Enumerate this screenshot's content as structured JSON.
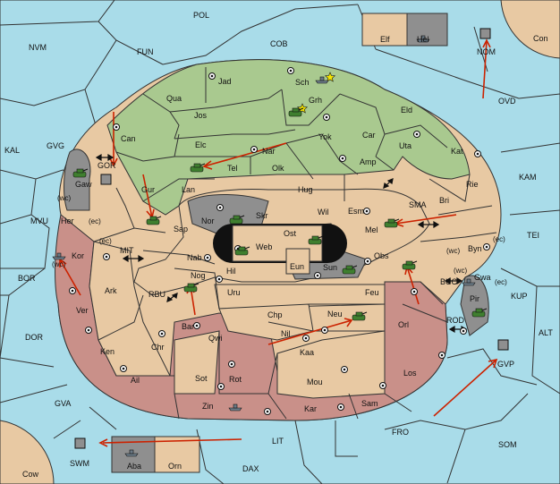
{
  "colors": {
    "sea": "#a9dce9",
    "tan": "#e8c9a3",
    "green": "#a9c98f",
    "red": "#c99089",
    "grey": "#8f8f8f",
    "order_arrow": "#cc2200",
    "army_green": "#3f7f2f",
    "fleet_grey": "#6b7a86"
  },
  "icons": {
    "army": "tank-icon",
    "fleet": "ship-icon",
    "supply_center": "supply-center-dot-icon",
    "star": "star-icon",
    "two_way_arrow": "double-arrow-icon"
  },
  "sea_labels": {
    "pol": "POL",
    "nvm": "NVM",
    "fun": "FUN",
    "cob": "COB",
    "kal": "KAL",
    "gvg": "GVG",
    "nom": "NOM",
    "ovd": "OVD",
    "con": "Con",
    "kam": "KAM",
    "tei": "TEI",
    "mvu": "MVU",
    "bor": "BOR",
    "mit": "MIT",
    "rbu": "RBU",
    "dor": "DOR",
    "gva": "GVA",
    "lit": "LIT",
    "fro": "FRO",
    "som": "SOM",
    "alt": "ALT",
    "kup": "KUP",
    "buc": "BUC",
    "rod": "ROD",
    "gvp": "GVP",
    "swm": "SWM",
    "dax": "DAX",
    "cow": "Cow",
    "sma": "SMA",
    "gor": "GOR"
  },
  "land_labels": {
    "elf": "Elf",
    "hel": "Hel",
    "jad": "Jad",
    "sch": "Sch",
    "qua": "Qua",
    "grh": "Grh",
    "jos": "Jos",
    "eld": "Eld",
    "can": "Can",
    "yok": "Yok",
    "car": "Car",
    "uta": "Uta",
    "elc": "Elc",
    "nar": "Nar",
    "kat": "Kat",
    "tel": "Tel",
    "olk": "Olk",
    "amp": "Amp",
    "gur": "Gur",
    "lan": "Lan",
    "hug": "Hug",
    "rie": "Rie",
    "bri": "Bri",
    "gaw": "Gaw",
    "her": "Her",
    "nor": "Nor",
    "skr": "Skr",
    "ost": "Ost",
    "wil": "Wil",
    "esm": "Esm",
    "sap": "Sap",
    "web": "Web",
    "mel": "Mel",
    "byn": "Byn",
    "kor": "Kor",
    "nab": "Nab",
    "eun": "Eun",
    "sun": "Sun",
    "obs": "Obs",
    "gwa": "Gwa",
    "hil": "Hil",
    "ark": "Ark",
    "nog": "Nog",
    "uru": "Uru",
    "feu": "Feu",
    "pir": "Pir",
    "ver": "Ver",
    "bar": "Bar",
    "chp": "Chp",
    "neu": "Neu",
    "orl": "Orl",
    "ken": "Ken",
    "chr": "Chr",
    "qwi": "Qwi",
    "nil": "Nil",
    "kaa": "Kaa",
    "ail": "Ail",
    "sot": "Sot",
    "rot": "Rot",
    "mou": "Mou",
    "los": "Los",
    "zin": "Zin",
    "kar": "Kar",
    "sam": "Sam",
    "aba": "Aba",
    "orn": "Orn"
  },
  "coast_labels": {
    "wc1": "(wc)",
    "ec1": "(ec)",
    "ec2": "(ec)",
    "wc2": "(wc)",
    "wc3": "(wc)",
    "ec3": "(ec)",
    "wc4": "(wc)",
    "ec4": "(ec)"
  }
}
